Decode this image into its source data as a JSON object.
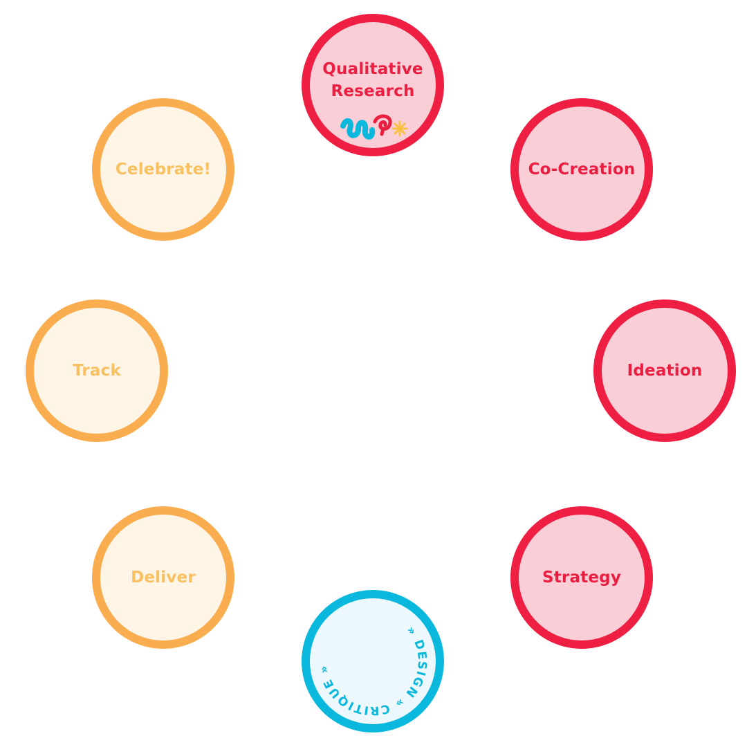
{
  "diagram": {
    "nodes": [
      {
        "id": "qualitative-research",
        "lines": [
          "Qualitative",
          "Research"
        ],
        "color": "red"
      },
      {
        "id": "co-creation",
        "label": "Co-Creation",
        "color": "red"
      },
      {
        "id": "ideation",
        "label": "Ideation",
        "color": "red"
      },
      {
        "id": "strategy",
        "label": "Strategy",
        "color": "red"
      },
      {
        "id": "iteration-loop",
        "ring_text": "» DESIGN » CRITIQUE » REVISE » TEST",
        "color": "cyan"
      },
      {
        "id": "deliver",
        "label": "Deliver",
        "color": "orange"
      },
      {
        "id": "track",
        "label": "Track",
        "color": "orange"
      },
      {
        "id": "celebrate",
        "label": "Celebrate!",
        "color": "orange"
      }
    ]
  },
  "colors": {
    "red": "#ef1f43",
    "red_fill": "#f9ced6",
    "orange": "#f9ad4e",
    "orange_fill": "#fff5e7",
    "orange_text": "#f8c060",
    "cyan": "#0ab8dd",
    "cyan_fill": "#ecf8fc"
  },
  "icons": [
    "squiggle-icon",
    "swirl-icon",
    "sparkle-icon"
  ]
}
